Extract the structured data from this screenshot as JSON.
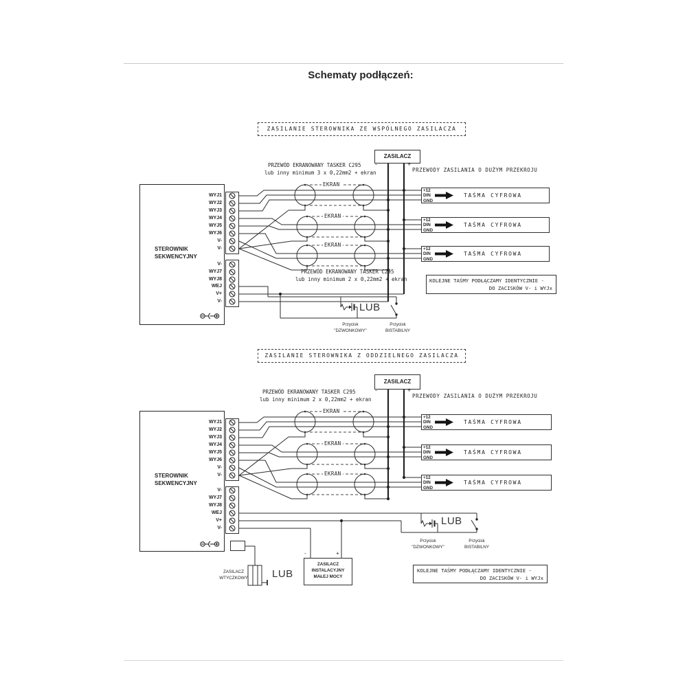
{
  "page": {
    "title": "Schematy podłączeń:"
  },
  "colors": {
    "wire": "#2b2b2b",
    "rule": "#c9c9c9",
    "ink": "#242424"
  },
  "shared": {
    "zasilacz": "ZASILACZ",
    "minus": "-",
    "plus": "+",
    "controller": "STEROWNIK SEKWENCYJNY",
    "terminals_top": [
      "WYJ1",
      "WYJ2",
      "WYJ3",
      "WYJ4",
      "WYJ5",
      "WYJ6",
      "V-",
      "V-"
    ],
    "terminals_bottom": [
      "V-",
      "WYJ7",
      "WYJ8",
      "WEJ",
      "V+",
      "V-"
    ],
    "tasma": {
      "pins": [
        "+12",
        "DIN",
        "GND"
      ],
      "label": "TAŚMA CYFROWA"
    },
    "ekran": "EKRAN",
    "lub": "LUB",
    "power_note": "PRZEWODY ZASILANIA O DUŻYM PRZEKROJU",
    "cable_note_l1": "PRZEWÓD EKRANOWANY TASKER C295",
    "cable3_note_l2": "lub inny minimum 3 x 0,22mm2 + ekran",
    "cable2_note_l2": "lub inny minimum 2 x 0,22mm2 + ekran",
    "btn_momentary": {
      "l1": "Przycisk",
      "l2": "\"DZWONKOWY\""
    },
    "btn_bistable": {
      "l1": "Przycisk",
      "l2": "BISTABILNY"
    },
    "note": {
      "l1": "KOLEJNE TAŚMY PODŁĄCZAMY IDENTYCZNIE -",
      "l2": "DO ZACISKÓW V- i WYJx"
    }
  },
  "diagram1": {
    "title": "ZASILANIE STEROWNIKA ZE WSPÓLNEGO ZASILACZA"
  },
  "diagram2": {
    "title": "ZASILANIE STEROWNIKA Z ODDZIELNEGO ZASILACZA",
    "plug_psu": "ZASILACZ WTYCZKOWY",
    "small_psu": "ZASILACZ\nINSTALACYJNY\nMAŁEJ MOCY"
  }
}
